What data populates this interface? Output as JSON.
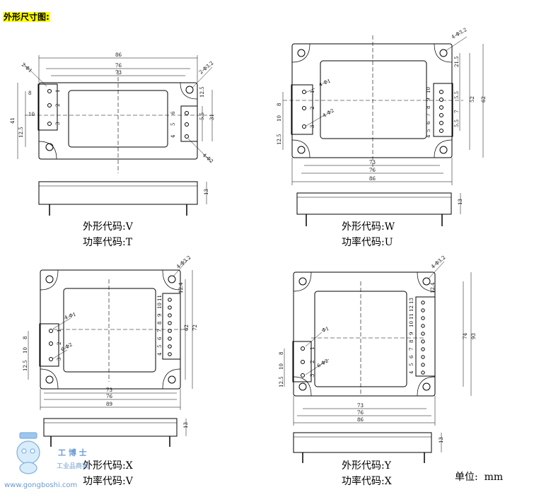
{
  "header": {
    "title": "外形尺寸图:"
  },
  "unit": {
    "label": "单位:",
    "value": "mm"
  },
  "panels": [
    {
      "shape_label": "外形代码:V",
      "power_label": "功率代码:T",
      "dims": {
        "width": "86",
        "inner_w": "76",
        "win_w": "73",
        "height": "41",
        "pitch_a": "8",
        "pitch_b": "10",
        "edge": "12.5",
        "right_a": "12.5",
        "right_b": "5.5",
        "right_c": "31",
        "thick": "13",
        "hole_a": "2-Φ1",
        "hole_b": "2-Φ3.2",
        "hole_c": "4-Φ2"
      },
      "left_pins": [
        "1",
        "2",
        "3"
      ],
      "right_pins": [
        "6",
        "5",
        "4"
      ]
    },
    {
      "shape_label": "外形代码:W",
      "power_label": "功率代码:U",
      "dims": {
        "width": "86",
        "inner_w": "76",
        "win_w": "73",
        "height": "62",
        "inner_h": "52",
        "pitch_a": "8",
        "pitch_b": "10",
        "edge": "12.5",
        "right_a": "21.5",
        "right_b": "5.5",
        "right_c": "7",
        "right_d": "5.5",
        "thick": "13",
        "hole_a": "4-Φ3.2",
        "hole_b": "4-Φ1",
        "hole_c": "4-Φ2"
      },
      "left_pins": [
        "1",
        "2",
        "3"
      ],
      "right_pins": [
        "10",
        "9",
        "8",
        "7",
        "6",
        "5",
        "4"
      ]
    },
    {
      "shape_label": "外形代码:X",
      "power_label": "功率代码:V",
      "dims": {
        "width": "89",
        "inner_w": "76",
        "win_w": "73",
        "height": "72",
        "inner_h": "62",
        "pitch_a": "8",
        "pitch_b": "10",
        "edge": "12.5",
        "right_a": "12.4",
        "thick": "13",
        "hole_a": "4-Φ3.2",
        "hole_b": "4-Φ1",
        "hole_c": "6-Φ2"
      },
      "left_pins": [
        "1",
        "2",
        "3"
      ],
      "right_pins": [
        "11",
        "10",
        "9",
        "8",
        "7",
        "6",
        "5",
        "4"
      ]
    },
    {
      "shape_label": "外形代码:Y",
      "power_label": "功率代码:X",
      "dims": {
        "width": "86",
        "inner_w": "76",
        "win_w": "73",
        "height": "93",
        "inner_h": "74",
        "pitch_a": "8",
        "pitch_b": "10",
        "edge": "12.5",
        "right_a": "12.4",
        "thick": "13",
        "hole_a": "4-Φ3.2",
        "hole_b": "Φ1",
        "hole_c": "6-Φ2"
      },
      "left_pins": [
        "1",
        "2",
        "3"
      ],
      "right_pins": [
        "13",
        "12",
        "11",
        "10",
        "9",
        "8",
        "7",
        "6",
        "5",
        "4"
      ]
    }
  ],
  "watermark": {
    "brand": "工 博 士",
    "sub": "工业品商城",
    "url": "www.gongboshi.com"
  }
}
